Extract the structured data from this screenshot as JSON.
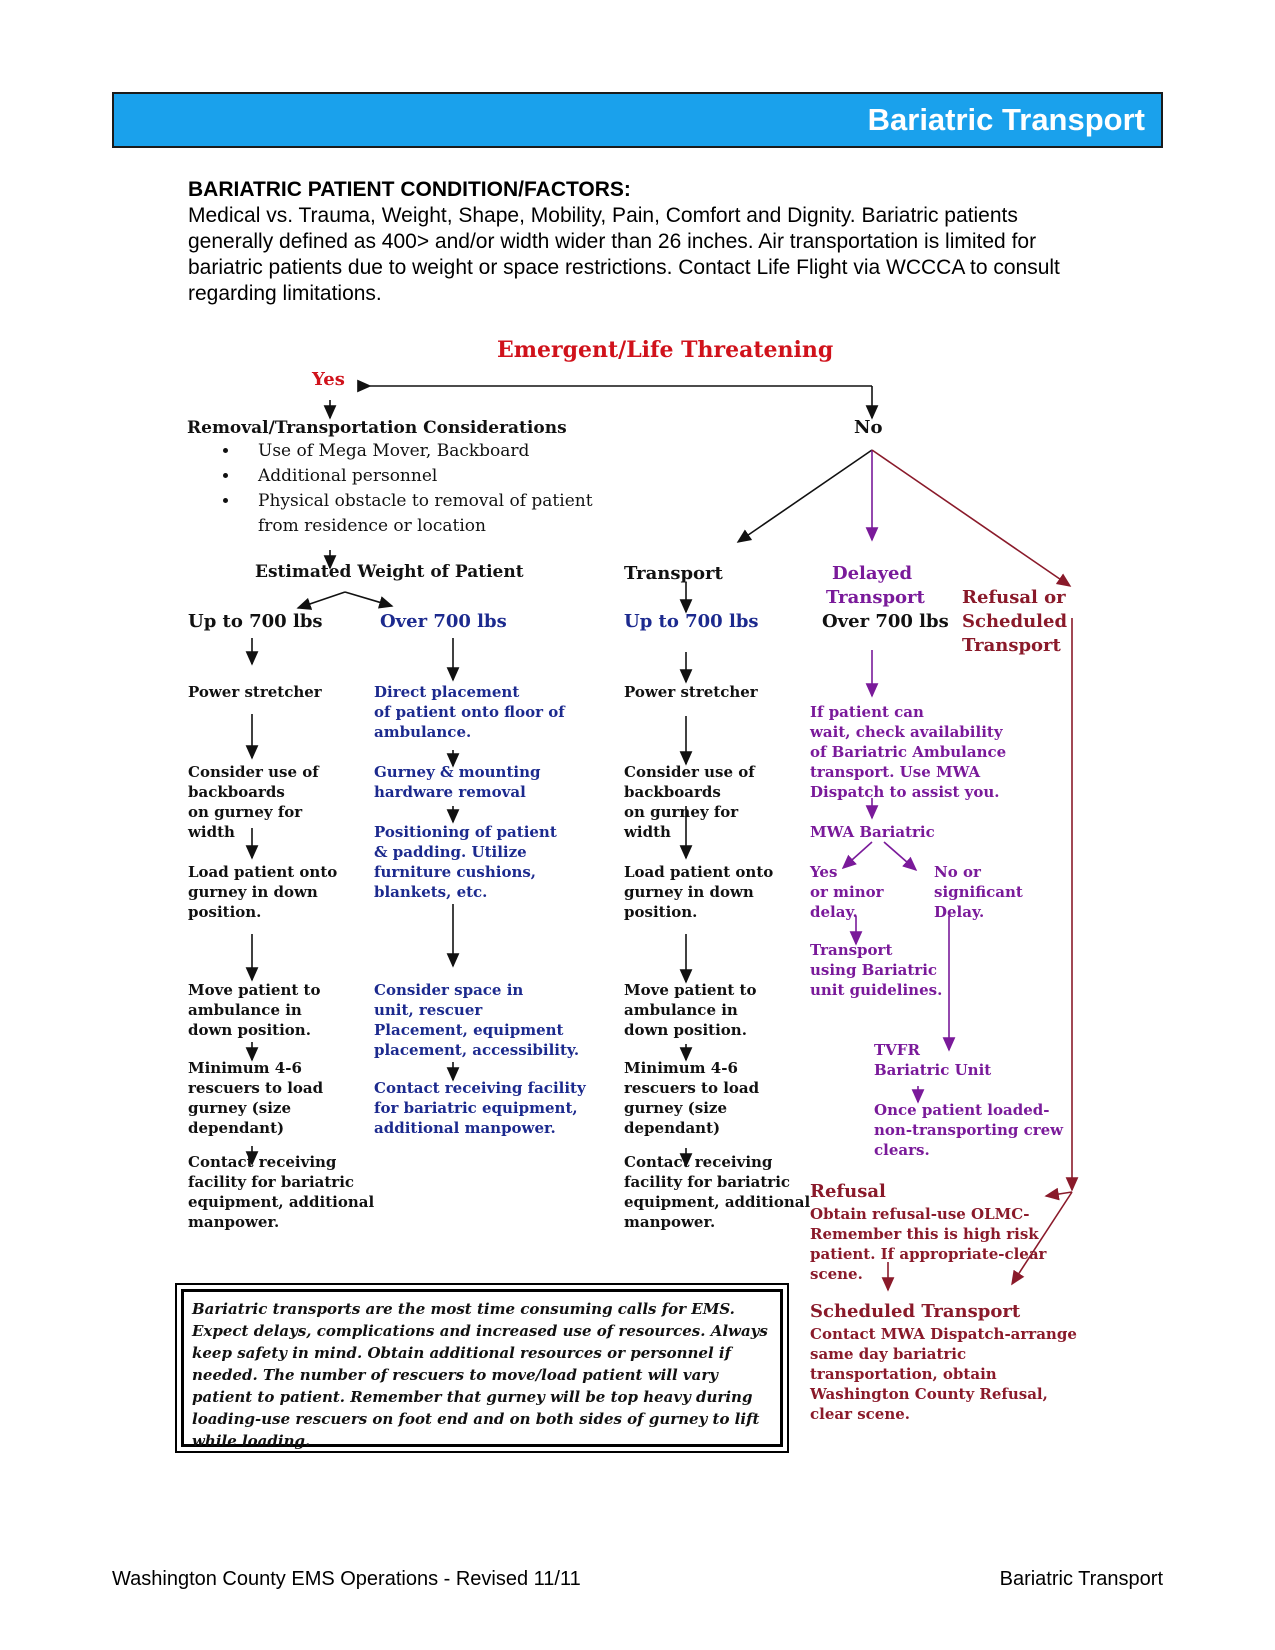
{
  "header": {
    "title": "Bariatric Transport"
  },
  "intro": {
    "heading": "BARIATRIC PATIENT CONDITION/FACTORS:",
    "body": "Medical vs. Trauma, Weight, Shape, Mobility, Pain, Comfort and Dignity. Bariatric patients generally defined as 400> and/or width wider than 26 inches. Air transportation is limited for bariatric patients due to weight or space restrictions.  Contact Life Flight via WCCCA to consult regarding limitations."
  },
  "flow": {
    "top": "Emergent/Life Threatening",
    "yes": "Yes",
    "no": "No",
    "removal_title": "Removal/Transportation Considerations",
    "removal_items": [
      "Use of Mega Mover, Backboard",
      "Additional personnel",
      "Physical obstacle to removal  of patient from residence or location"
    ],
    "estimated_weight": "Estimated Weight of Patient",
    "col1": {
      "header": "Up to 700 lbs",
      "s1": "Power stretcher",
      "s2": "Consider use of\nbackboards\non gurney for\nwidth",
      "s3": "Load patient onto\ngurney in down\nposition.",
      "s4": "Move patient to\nambulance in\ndown position.",
      "s5": "Minimum 4-6\nrescuers to load\ngurney (size\ndependant)",
      "s6": "Contact receiving\nfacility for bariatric\nequipment, additional\nmanpower."
    },
    "col2": {
      "header": "Over 700 lbs",
      "s1": "Direct placement\nof patient onto floor of\nambulance.",
      "s2": "Gurney & mounting\nhardware removal",
      "s3": "Positioning of patient\n& padding. Utilize\nfurniture cushions,\nblankets, etc.",
      "s4": "Consider space in\nunit, rescuer\nPlacement, equipment\nplacement, accessibility.",
      "s5": "Contact receiving facility\nfor bariatric equipment,\nadditional manpower."
    },
    "col3": {
      "title": "Transport",
      "header": "Up to 700 lbs",
      "s1": "Power stretcher",
      "s2": "Consider use of\nbackboards\non gurney for\nwidth",
      "s3": "Load patient onto\ngurney in down\nposition.",
      "s4": "Move patient to\nambulance in\ndown position.",
      "s5": "Minimum 4-6\nrescuers to load\ngurney (size\ndependant)",
      "s6": "Contact receiving\nfacility for bariatric\nequipment, additional\nmanpower."
    },
    "col4": {
      "title": "Delayed\nTransport",
      "header": "Over 700 lbs",
      "s1": "If patient can\nwait, check availability\nof Bariatric Ambulance\ntransport. Use MWA\nDispatch to assist you.",
      "mwa": "MWA Bariatric",
      "yes_branch": "Yes\nor minor\ndelay.",
      "no_branch": "No or\nsignificant\nDelay.",
      "transport_guidelines": "Transport\nusing Bariatric\nunit guidelines.",
      "tvfr": "TVFR\nBariatric Unit",
      "once_loaded": "Once patient loaded-\nnon-transporting crew\nclears."
    },
    "col5": {
      "title": "Refusal or\nScheduled\nTransport",
      "refusal_title": "Refusal",
      "refusal_text": "Obtain refusal-use OLMC-\nRemember this is high risk\npatient. If appropriate-clear\nscene.",
      "scheduled_title": "Scheduled Transport",
      "scheduled_text": "Contact MWA Dispatch-arrange\nsame day bariatric\ntransportation, obtain\nWashington County Refusal,\nclear scene."
    }
  },
  "note": "Bariatric transports are the most time consuming calls for EMS. Expect delays, complications and increased use of resources. Always keep safety in mind. Obtain additional resources or personnel if needed. The number of rescuers to move/load patient will vary patient to patient. Remember that gurney will be top heavy during loading-use rescuers on foot end and on both sides of gurney to lift while loading.",
  "footer": {
    "left": "Washington County EMS Operations - Revised 11/11",
    "right": "Bariatric Transport"
  },
  "colors": {
    "banner": "#1aa1ec",
    "blue_text": "#1c2a8e",
    "purple_text": "#7a1a9a",
    "maroon_text": "#8a1a2a",
    "red_text": "#d0121b"
  }
}
